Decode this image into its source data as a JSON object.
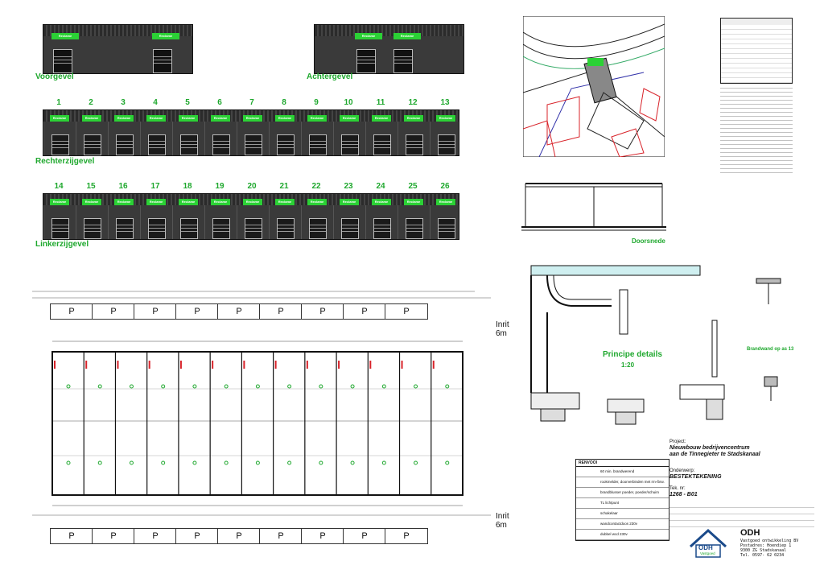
{
  "elevations": {
    "voorgevel": "Voorgevel",
    "achtergevel": "Achtergevel",
    "rechterzijgevel": "Rechterzijgevel",
    "linkerzijgevel": "Linkerzijgevel",
    "sign_text": "Reclame",
    "top_numbers": [
      "1",
      "2",
      "3",
      "4",
      "5",
      "6",
      "7",
      "8",
      "9",
      "10",
      "11",
      "12",
      "13"
    ],
    "bottom_numbers": [
      "14",
      "15",
      "16",
      "17",
      "18",
      "19",
      "20",
      "21",
      "22",
      "23",
      "24",
      "25",
      "26"
    ]
  },
  "section": {
    "label": "Doorsnede"
  },
  "details": {
    "title": "Principe details",
    "scale": "1:20",
    "brandwand": "Brandwand op as 13"
  },
  "site": {
    "parking_label": "P",
    "inrit_top": [
      "Inrit",
      "6m"
    ],
    "inrit_bottom": [
      "Inrit",
      "6m"
    ]
  },
  "legend": {
    "title": "RENVOOI",
    "items": [
      "60 min. brandwerend",
      "rookmelder, doorverbinden met rm-/brw.",
      "brandblusser poeder, poeder/schuim",
      "TL lichtpunt",
      "schakelaar",
      "wandcontactdoos 230v",
      "dubbel wcd 230v"
    ]
  },
  "title_block": {
    "project_label": "Project:",
    "project_line1": "Nieuwbouw bedrijvencentrum",
    "project_line2": "aan de Tinnegieter te Stadskanaal",
    "drawing_label": "Onderwerp:",
    "drawing": "BESTEKTEKENING",
    "number_label": "Tek. nr:",
    "number": "1268 - B01",
    "company": "ODH",
    "company_sub": "Vastgoed",
    "company_name": "Vastgoed ontwikkeling BV",
    "address1": "Postadres: Hoendiep 1",
    "address2": "9300 ZG Stadskanaal",
    "phone": "Tel. 0597- 62 0234"
  },
  "colors": {
    "green": "#1fa82e",
    "sign_green": "#2bd135",
    "cladding": "#3a3a3a",
    "red": "#d8232a",
    "cyan": "#5fc7cf"
  }
}
